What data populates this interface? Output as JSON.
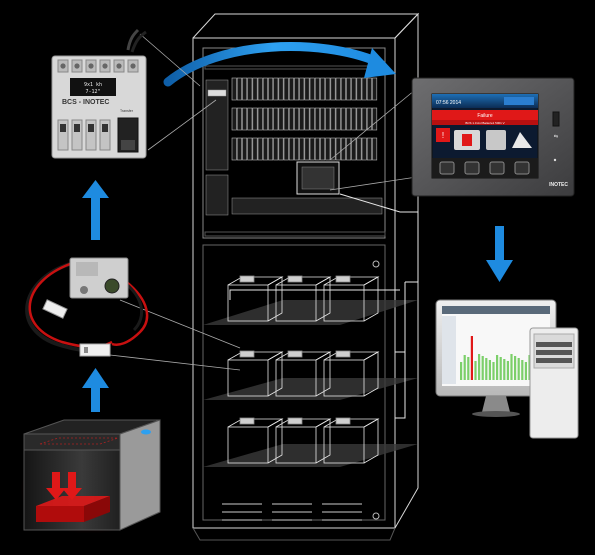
{
  "bcs_module": {
    "brand_line": "BCS - INOTEC",
    "display_text_1": "9x1 kh",
    "display_text_2": "7-12\"",
    "side_label": "Transfer"
  },
  "touch_panel": {
    "header_text": "07:56 2014",
    "status_text": "Failure",
    "status_subtext": "BCS 1.0 Anl Batterie1 5001 V",
    "logo_text": "INOTEC",
    "colors": {
      "status_bar": "#e01818",
      "screen_top": "#1e6fb5"
    }
  },
  "flow": {
    "arrow_color": "#1e8be0",
    "curved_arrow_color": "#1e8be0"
  }
}
